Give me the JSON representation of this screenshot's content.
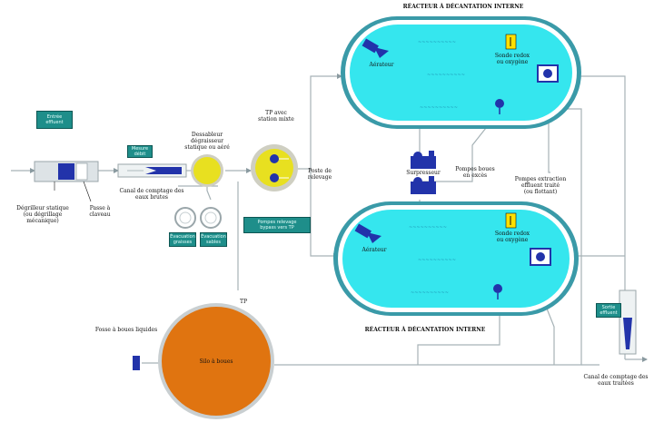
{
  "titles": {
    "reactor_top": "RÉACTEUR À DÉCANTATION INTERNE",
    "reactor_bottom": "RÉACTEUR À DÉCANTATION INTERNE"
  },
  "labels": {
    "degrilleur": "Dégrilleur statique\n(ou dégrillage\nmécanique)",
    "pente_pluie": "Passe à\nclaveau",
    "canal_comptage_entree": "Canal de comptage des\neaux brutes",
    "dessableur": "Dessableur\ndégraisseur\nstatique ou aéré",
    "tp_poste": "TP avec\nstation mixte",
    "poste_relevage": "Poste de\nrelevage",
    "tp_sludge": "TP",
    "fosse_label": "Fosse à boues liquides",
    "fosse_inner": "Silo à boues",
    "surpresseur": "Surpresseur",
    "pompe_boues_top": "Pompes boues\nen excès",
    "pompe_eau_top": "Pompes extraction\neffluent traité\n(ou flottant)",
    "sonde_top": "Sonde redox\nou oxygène",
    "aerateur_top": "Aérateur",
    "aerateur_bottom": "Aérateur",
    "sonde_bottom": "Sonde redox\nou oxygène",
    "canal_comptage_sortie": "Canal de comptage des\neaux traitées"
  },
  "green_labels": {
    "entree": "Entrée\neffluent",
    "mesure": "Mesure\ndébit",
    "graisses": "Évacuation\ngraisses",
    "sables": "Évacuation\nsables",
    "pompe_relevage": "Pompes relevage\nbypass vers TP",
    "sortie": "Sortie\neffluent"
  },
  "reactor_inner": {
    "top": [
      "~~~~~~~~~~",
      "~~~~~~~~~~",
      "~~~~~~~~~~"
    ],
    "bottom": [
      "~~~~~~~~~~",
      "~~~~~~~~~~",
      "~~~~~~~~~~"
    ]
  },
  "colors": {
    "reactor_fill": "#35e6ee",
    "sludge_fill": "#e07410",
    "grit_fill": "#e8e020",
    "pipe": "#8a9aa0",
    "teal_label": "#1e8e8a",
    "equipment_blue": "#2233aa"
  }
}
